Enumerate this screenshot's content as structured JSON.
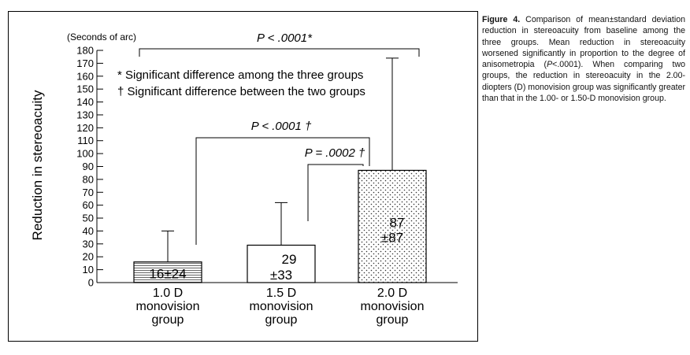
{
  "chart_data": {
    "type": "bar",
    "title": "",
    "ylabel": "Reduction in stereoacuity",
    "y_unit": "(Seconds of arc)",
    "ylim": [
      0,
      180
    ],
    "y_ticks": [
      0,
      10,
      20,
      30,
      40,
      50,
      60,
      70,
      80,
      90,
      100,
      110,
      120,
      130,
      140,
      150,
      160,
      170,
      180
    ],
    "categories": [
      [
        "1.0 D",
        "monovision",
        "group"
      ],
      [
        "1.5 D",
        "monovision",
        "group"
      ],
      [
        "2.0 D",
        "monovision",
        "group"
      ]
    ],
    "values": [
      16,
      29,
      87
    ],
    "sd": [
      24,
      33,
      87
    ],
    "bar_labels": [
      [
        "16±24"
      ],
      [
        "29",
        "±33"
      ],
      [
        "87",
        "±87"
      ]
    ],
    "error_tops": [
      40,
      62,
      174
    ],
    "legend": [
      "* Significant difference among the three groups",
      "† Significant difference between the two groups"
    ],
    "comparisons": [
      {
        "label": "P < .0001*",
        "groups": [
          0,
          1,
          2
        ]
      },
      {
        "label": "P < .0001 †",
        "groups": [
          0,
          2
        ]
      },
      {
        "label": "P = .0002 †",
        "groups": [
          1,
          2
        ]
      }
    ],
    "patterns": [
      "horizontal-lines",
      "none",
      "dots"
    ]
  },
  "caption": {
    "figure_label": "Figure 4.",
    "text_part1": " Comparison of mean±standard deviation reduction in stereoacuity from baseline among the three groups. Mean reduction in stereoacuity worsened significantly in proportion to the degree of anisometropia (",
    "p_italic": "P",
    "text_part2": "<.0001). When comparing two groups, the reduction in stereoacuity in the 2.00-diopters (D) monovision group was significantly greater than that in the 1.00- or 1.50-D monovision group."
  }
}
